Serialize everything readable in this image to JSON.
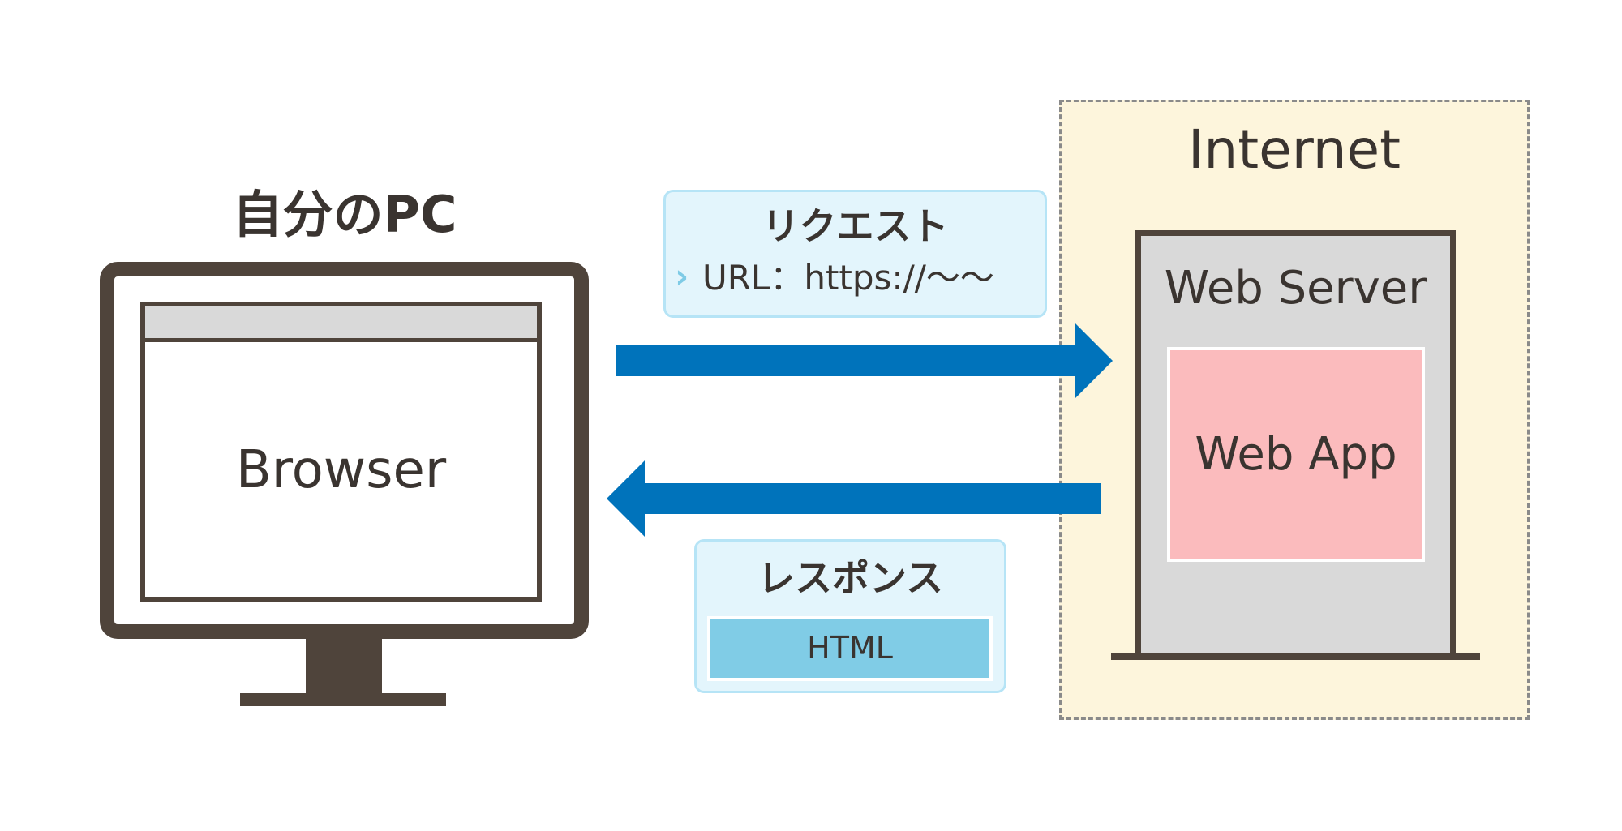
{
  "internet": {
    "label": "Internet"
  },
  "server": {
    "label": "Web Server",
    "app_label": "Web App"
  },
  "pc": {
    "label": "自分のPC",
    "browser_label": "Browser"
  },
  "request": {
    "title": "リクエスト",
    "chevron": "›",
    "url": "URL：https://〜〜"
  },
  "response": {
    "title": "レスポンス",
    "payload": "HTML"
  },
  "colors": {
    "arrow": "#0073bb",
    "internet_bg": "#fdf5dc",
    "server_bg": "#d9d9d9",
    "app_bg": "#fbbbbd",
    "callout_bg": "#e3f5fc",
    "html_chip": "#80cce6",
    "outline": "#4f443b"
  }
}
